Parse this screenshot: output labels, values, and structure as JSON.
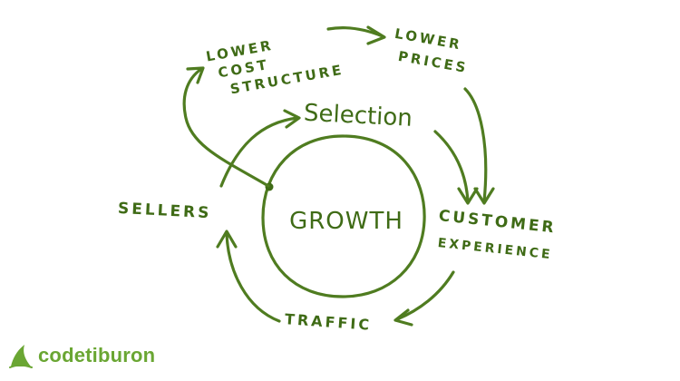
{
  "diagram": {
    "center": "GROWTH",
    "nodes": {
      "lower_cost": [
        "LOWER",
        "COST",
        "STRUCTURE"
      ],
      "lower_prices": [
        "LOWER",
        "PRICES"
      ],
      "selection": "Selection",
      "customer_experience": [
        "CUSTOMER",
        "EXPERIENCE"
      ],
      "traffic": "TRAFFIC",
      "sellers": "SELLERS"
    }
  },
  "brand": {
    "name": "codetiburon",
    "icon": "shark-fin-icon",
    "color": "#6aa633"
  },
  "colors": {
    "ink": "#4f7c20",
    "text": "#3f6b16"
  }
}
